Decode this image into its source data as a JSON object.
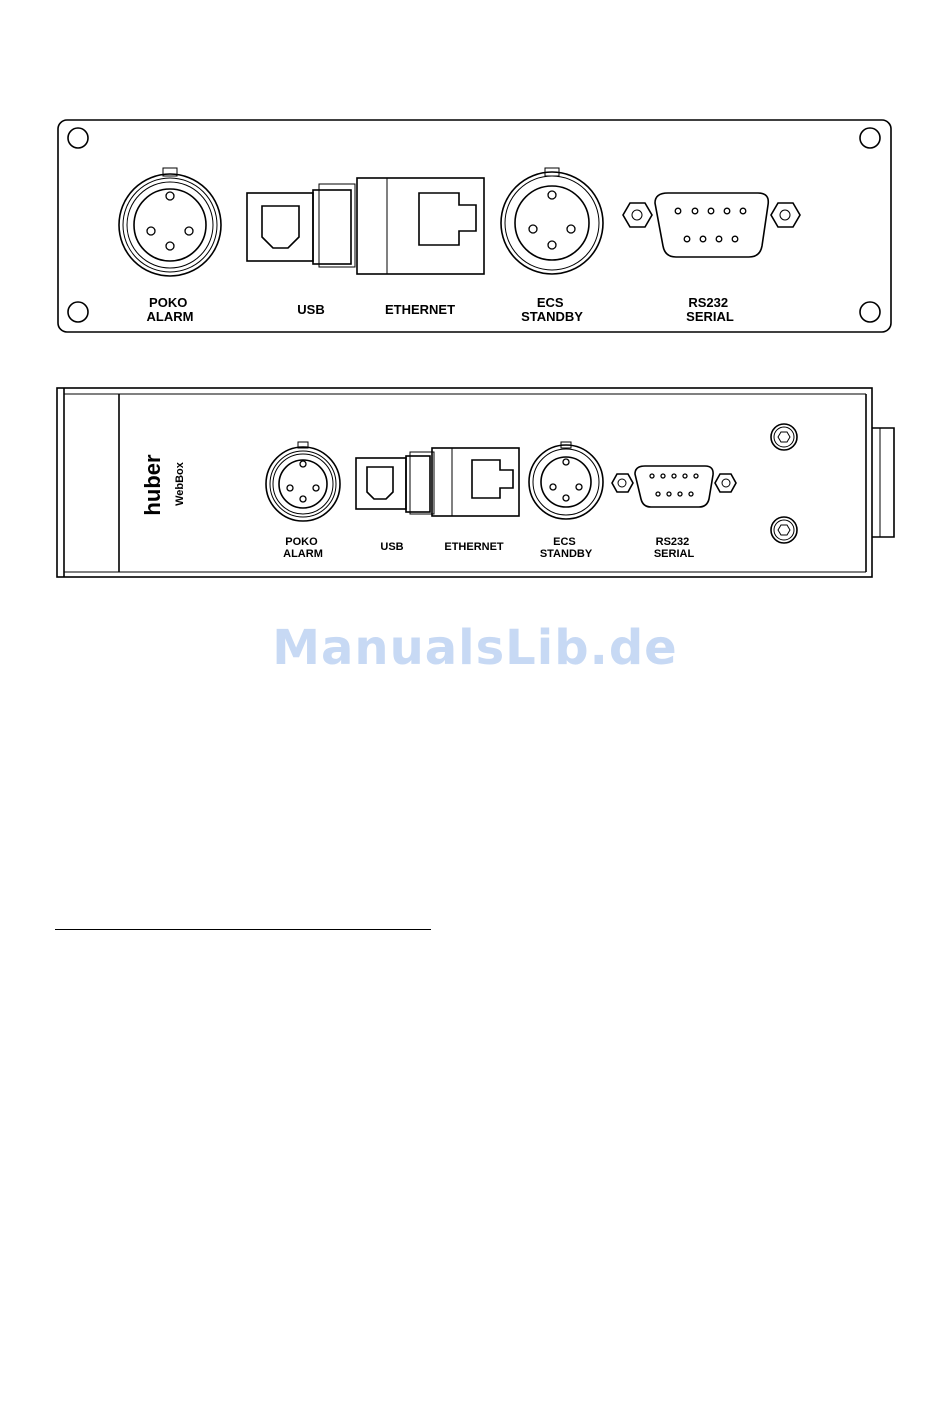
{
  "panel_front": {
    "labels": {
      "poko": [
        "POKO",
        "ALARM"
      ],
      "usb": [
        "USB"
      ],
      "ethernet": [
        "ETHERNET"
      ],
      "ecs": [
        "ECS",
        "STANDBY"
      ],
      "rs232": [
        "RS232",
        "SERIAL"
      ]
    }
  },
  "panel_side": {
    "brand": "huber",
    "product": "WebBox",
    "labels": {
      "poko": [
        "POKO",
        "ALARM"
      ],
      "usb": [
        "USB"
      ],
      "ethernet": [
        "ETHERNET"
      ],
      "ecs": [
        "ECS",
        "STANDBY"
      ],
      "rs232": [
        "RS232",
        "SERIAL"
      ]
    }
  },
  "watermark": "ManualsLib.de"
}
